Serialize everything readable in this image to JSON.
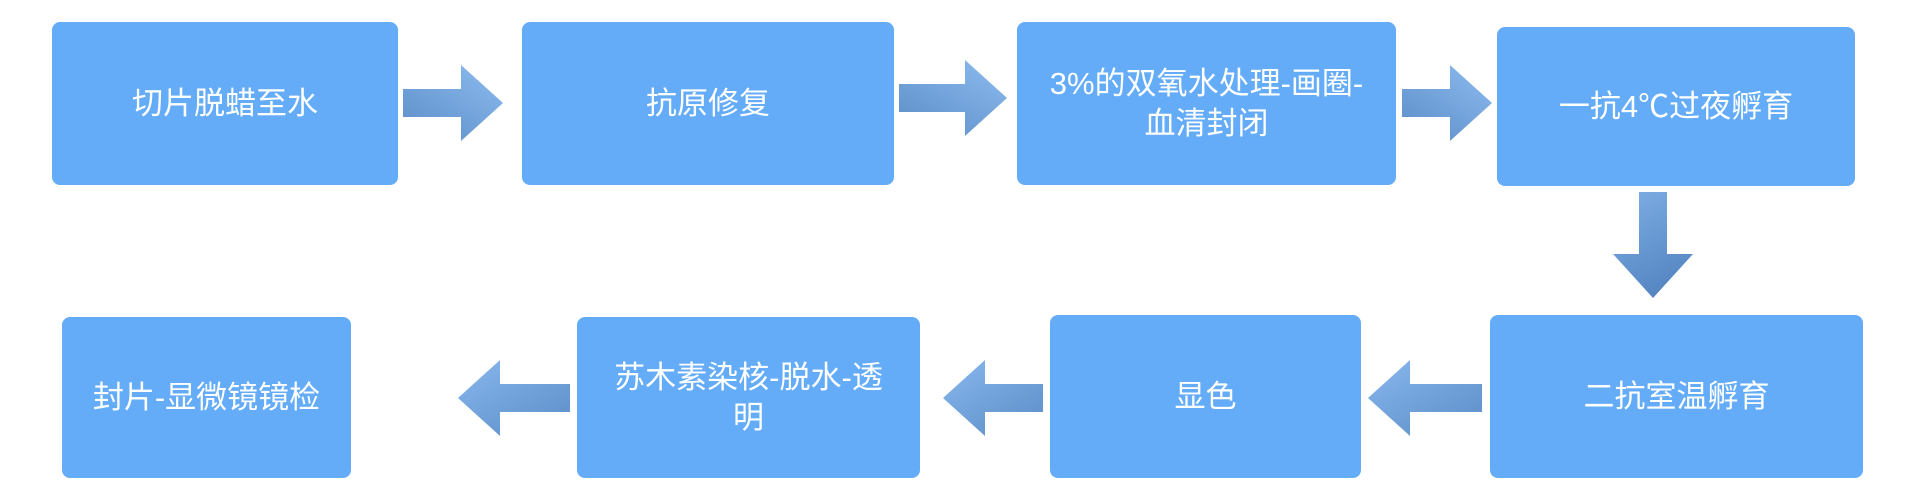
{
  "diagram": {
    "type": "flowchart",
    "colors": {
      "background": "#FFFFFF",
      "box_fill": "#64ACF8",
      "box_text": "#FFFFFF",
      "arrow_gradient_light": "#85B5EA",
      "arrow_gradient_dark": "#5B8CC6"
    },
    "steps": [
      {
        "label": "切片脱蜡至水"
      },
      {
        "label": "抗原修复"
      },
      {
        "label": [
          "3%的双氧水处理-画圈-",
          "血清封闭"
        ]
      },
      {
        "label": "一抗4℃过夜孵育"
      },
      {
        "label": "二抗室温孵育"
      },
      {
        "label": "显色"
      },
      {
        "label": [
          "苏木素染核-脱水-透",
          "明"
        ]
      },
      {
        "label": "封片-显微镜镜检"
      }
    ],
    "connections": [
      {
        "from": 1,
        "to": 2,
        "direction": "right"
      },
      {
        "from": 2,
        "to": 3,
        "direction": "right"
      },
      {
        "from": 3,
        "to": 4,
        "direction": "right"
      },
      {
        "from": 4,
        "to": 5,
        "direction": "down"
      },
      {
        "from": 5,
        "to": 6,
        "direction": "left"
      },
      {
        "from": 6,
        "to": 7,
        "direction": "left"
      },
      {
        "from": 7,
        "to": 8,
        "direction": "left"
      }
    ]
  }
}
